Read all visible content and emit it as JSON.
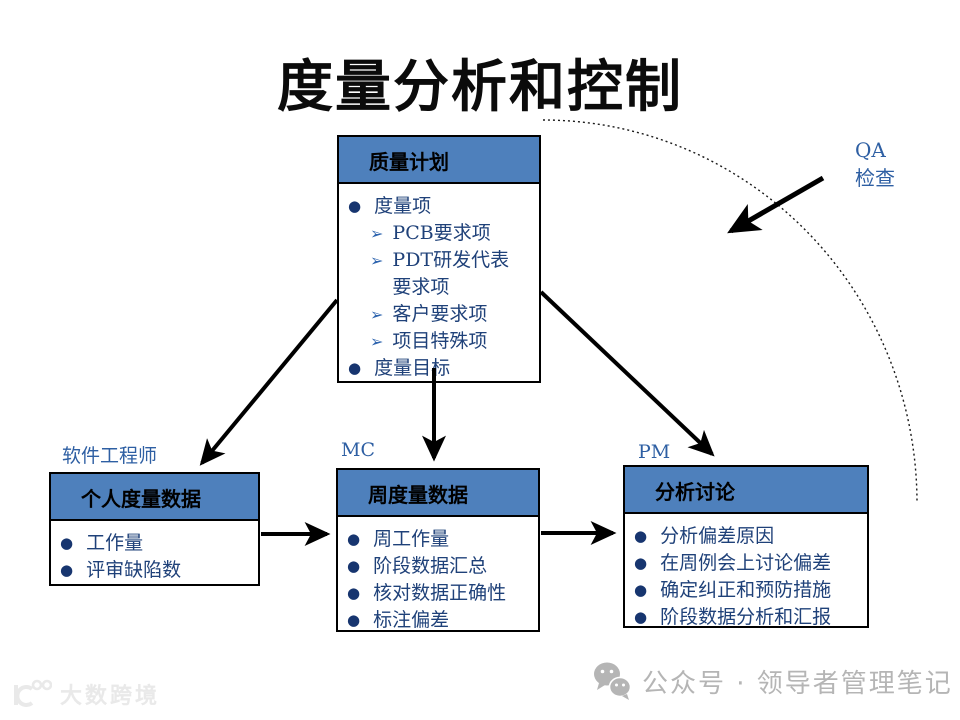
{
  "title": "度量分析和控制",
  "icons": {
    "dot_bullet": "●",
    "arrow_bullet": "➢"
  },
  "colors": {
    "header_blue": "#4E80BC",
    "body_text_blue": "#1F4179",
    "label_blue": "#2E5FA3",
    "arrow_black": "#000000",
    "watermark_gray": "#B5B5B5",
    "watermark_light": "#E9E9E9"
  },
  "boxes": {
    "quality_plan": {
      "header": "质量计划",
      "items": [
        {
          "level": 1,
          "text": "度量项"
        },
        {
          "level": 2,
          "text": "PCB要求项"
        },
        {
          "level": 2,
          "text": "PDT研发代表\n要求项"
        },
        {
          "level": 2,
          "text": "客户要求项"
        },
        {
          "level": 2,
          "text": "项目特殊项"
        },
        {
          "level": 1,
          "text": "度量目标"
        }
      ]
    },
    "personal_data": {
      "role": "软件工程师",
      "header": "个人度量数据",
      "items": [
        {
          "level": 1,
          "text": "工作量"
        },
        {
          "level": 1,
          "text": "评审缺陷数"
        }
      ]
    },
    "weekly_data": {
      "role": "MC",
      "header": "周度量数据",
      "items": [
        {
          "level": 1,
          "text": "周工作量"
        },
        {
          "level": 1,
          "text": "阶段数据汇总"
        },
        {
          "level": 1,
          "text": "核对数据正确性"
        },
        {
          "level": 1,
          "text": "标注偏差"
        }
      ]
    },
    "analysis": {
      "role": "PM",
      "header": "分析讨论",
      "items": [
        {
          "level": 1,
          "text": "分析偏差原因"
        },
        {
          "level": 1,
          "text": "在周例会上讨论偏差"
        },
        {
          "level": 1,
          "text": "确定纠正和预防措施"
        },
        {
          "level": 1,
          "text": "阶段数据分析和汇报"
        }
      ]
    }
  },
  "qa_label": {
    "line1": "QA",
    "line2": "检查"
  },
  "watermarks": {
    "left_text": "大数跨境",
    "right_text": "公众号 · 领导者管理笔记"
  }
}
